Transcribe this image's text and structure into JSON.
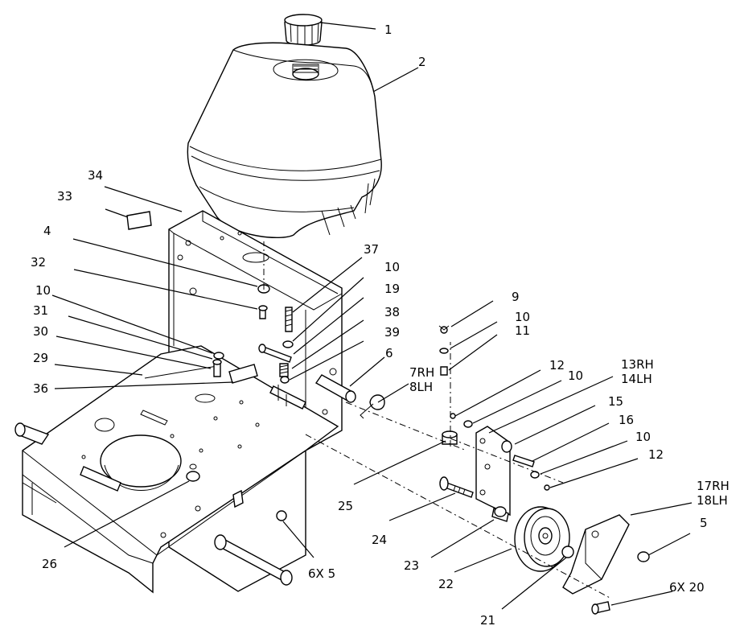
{
  "callouts": {
    "c1": "1",
    "c2": "2",
    "c4": "4",
    "c5": "5",
    "c6": "6",
    "c6x5": "6X 5",
    "c6x20": "6X 20",
    "c7rh": "7RH",
    "c8lh": "8LH",
    "c9": "9",
    "c10a": "10",
    "c10b": "10",
    "c10c": "10",
    "c10d": "10",
    "c10e": "10",
    "c11": "11",
    "c12a": "12",
    "c12b": "12",
    "c13rh": "13RH",
    "c14lh": "14LH",
    "c15": "15",
    "c16": "16",
    "c17rh": "17RH",
    "c18lh": "18LH",
    "c19": "19",
    "c21": "21",
    "c22": "22",
    "c23": "23",
    "c24": "24",
    "c25": "25",
    "c26": "26",
    "c29": "29",
    "c30": "30",
    "c31": "31",
    "c32": "32",
    "c33": "33",
    "c34": "34",
    "c36": "36",
    "c37": "37",
    "c38": "38",
    "c39": "39"
  }
}
